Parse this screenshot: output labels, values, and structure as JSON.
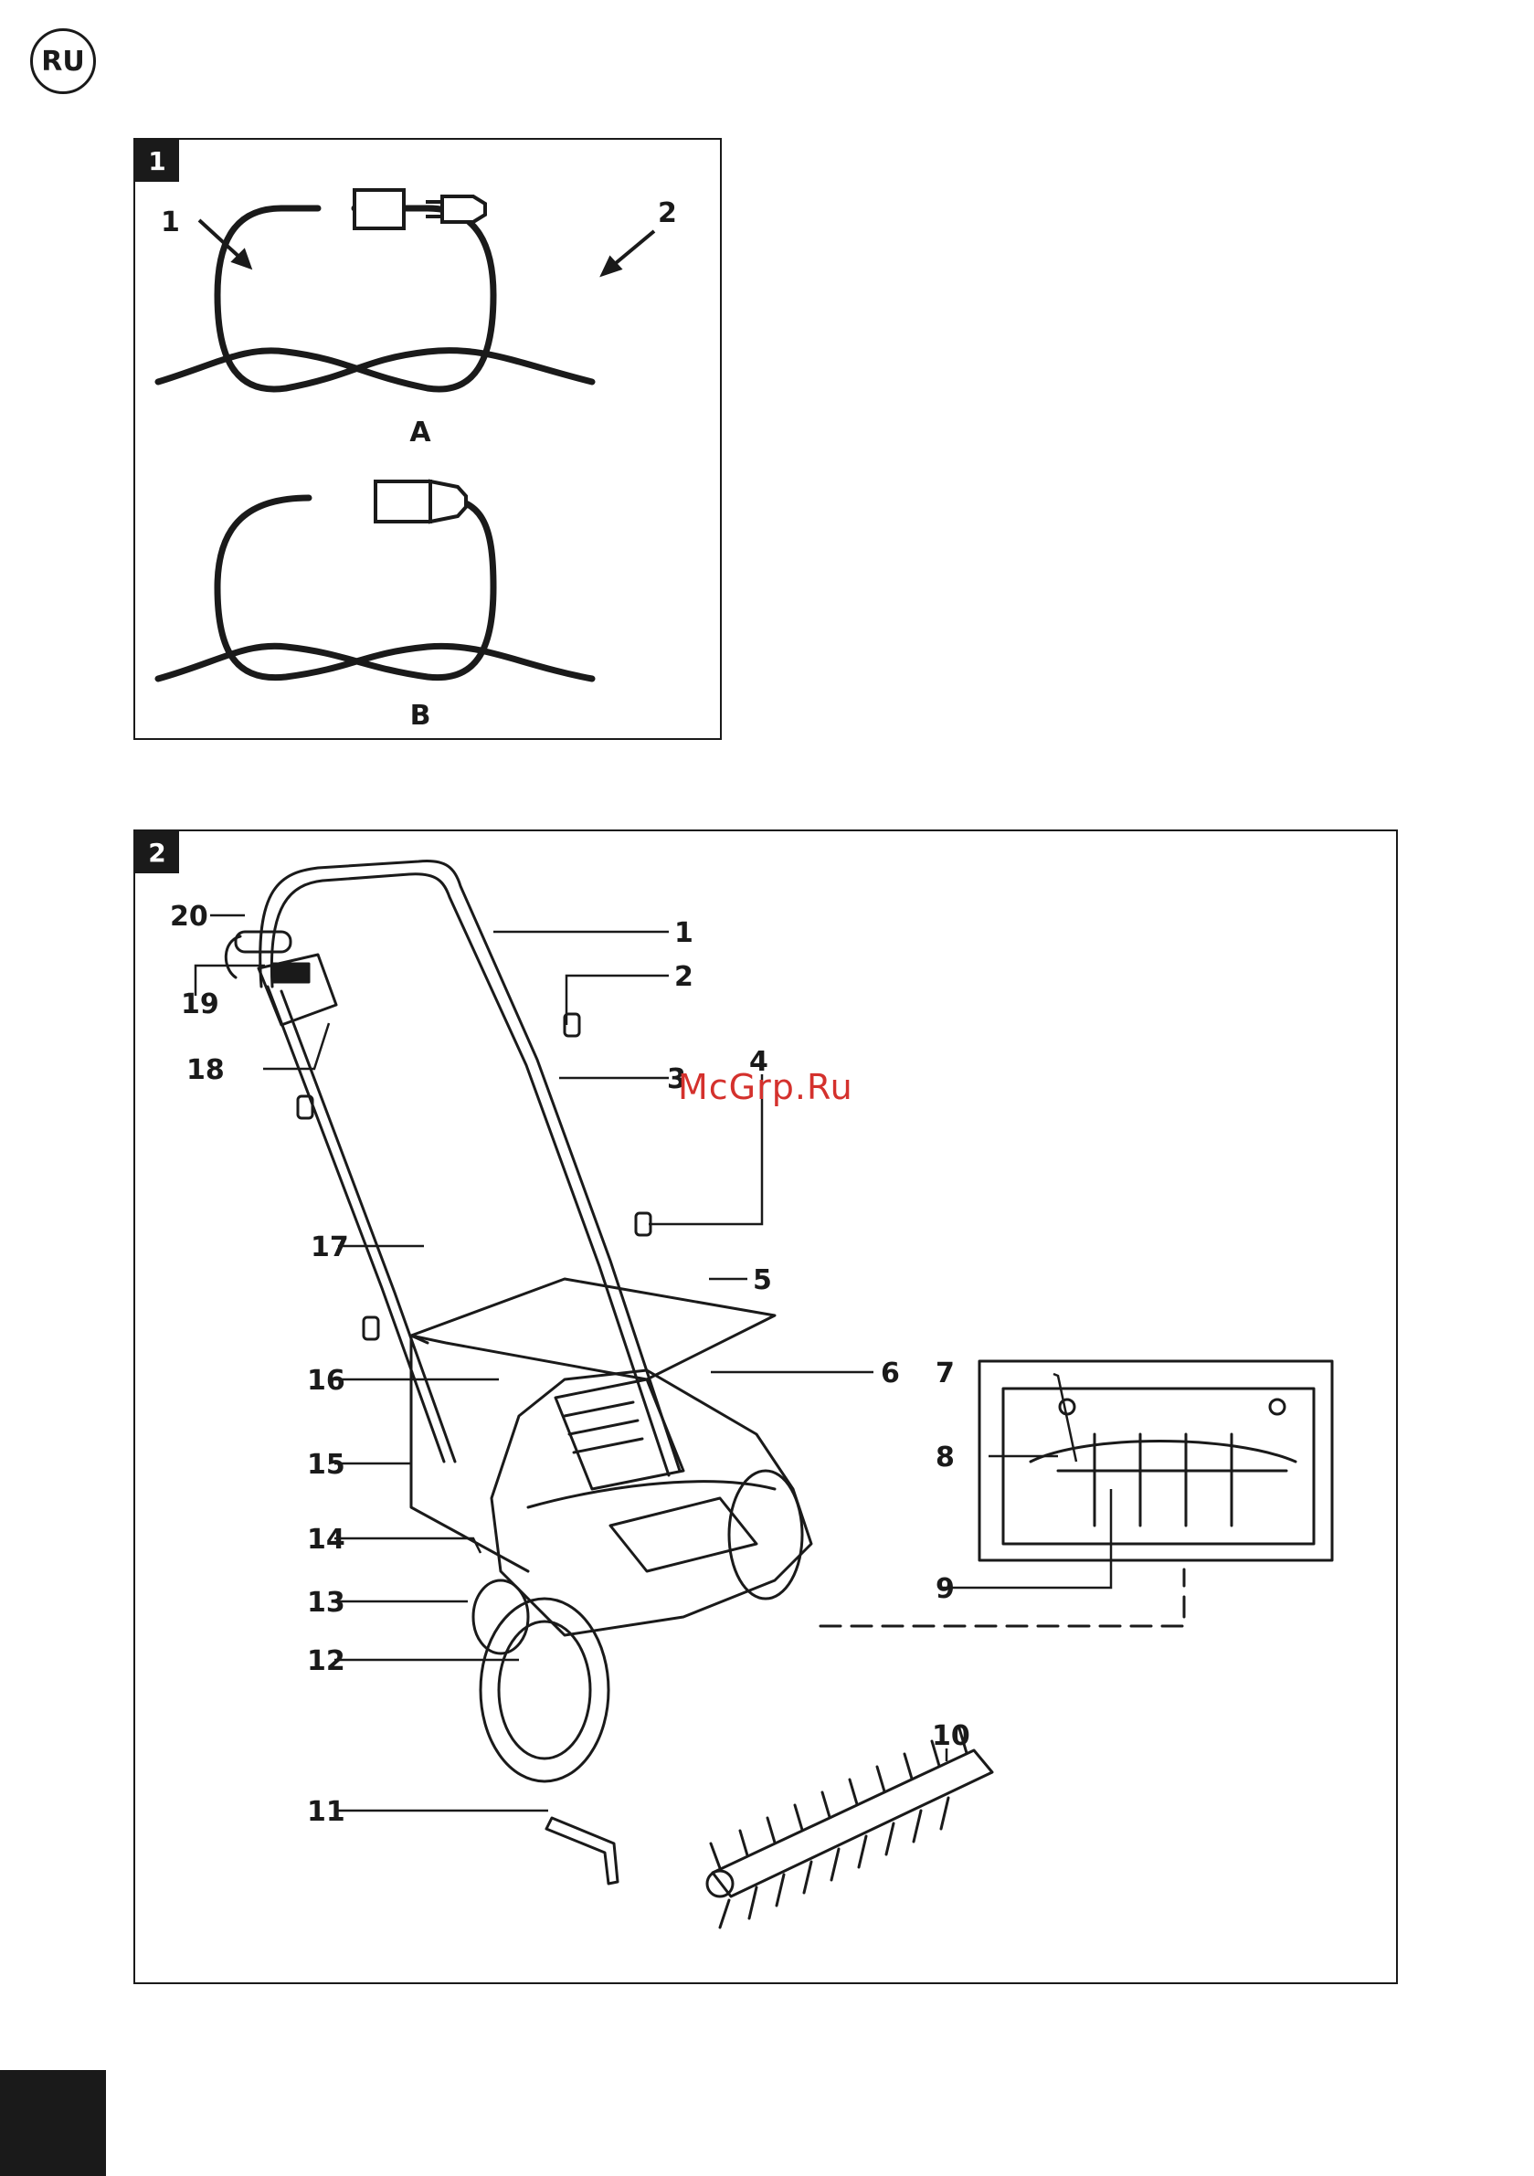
{
  "language_badge": "RU",
  "figure1": {
    "tag": "1",
    "callouts": [
      "1",
      "2"
    ],
    "variant_a": "A",
    "variant_b": "B"
  },
  "figure2": {
    "tag": "2",
    "callouts": [
      "1",
      "2",
      "3",
      "4",
      "5",
      "6",
      "7",
      "8",
      "9",
      "10",
      "11",
      "12",
      "13",
      "14",
      "15",
      "16",
      "17",
      "18",
      "19",
      "20"
    ]
  },
  "watermark": "McGrp.Ru"
}
